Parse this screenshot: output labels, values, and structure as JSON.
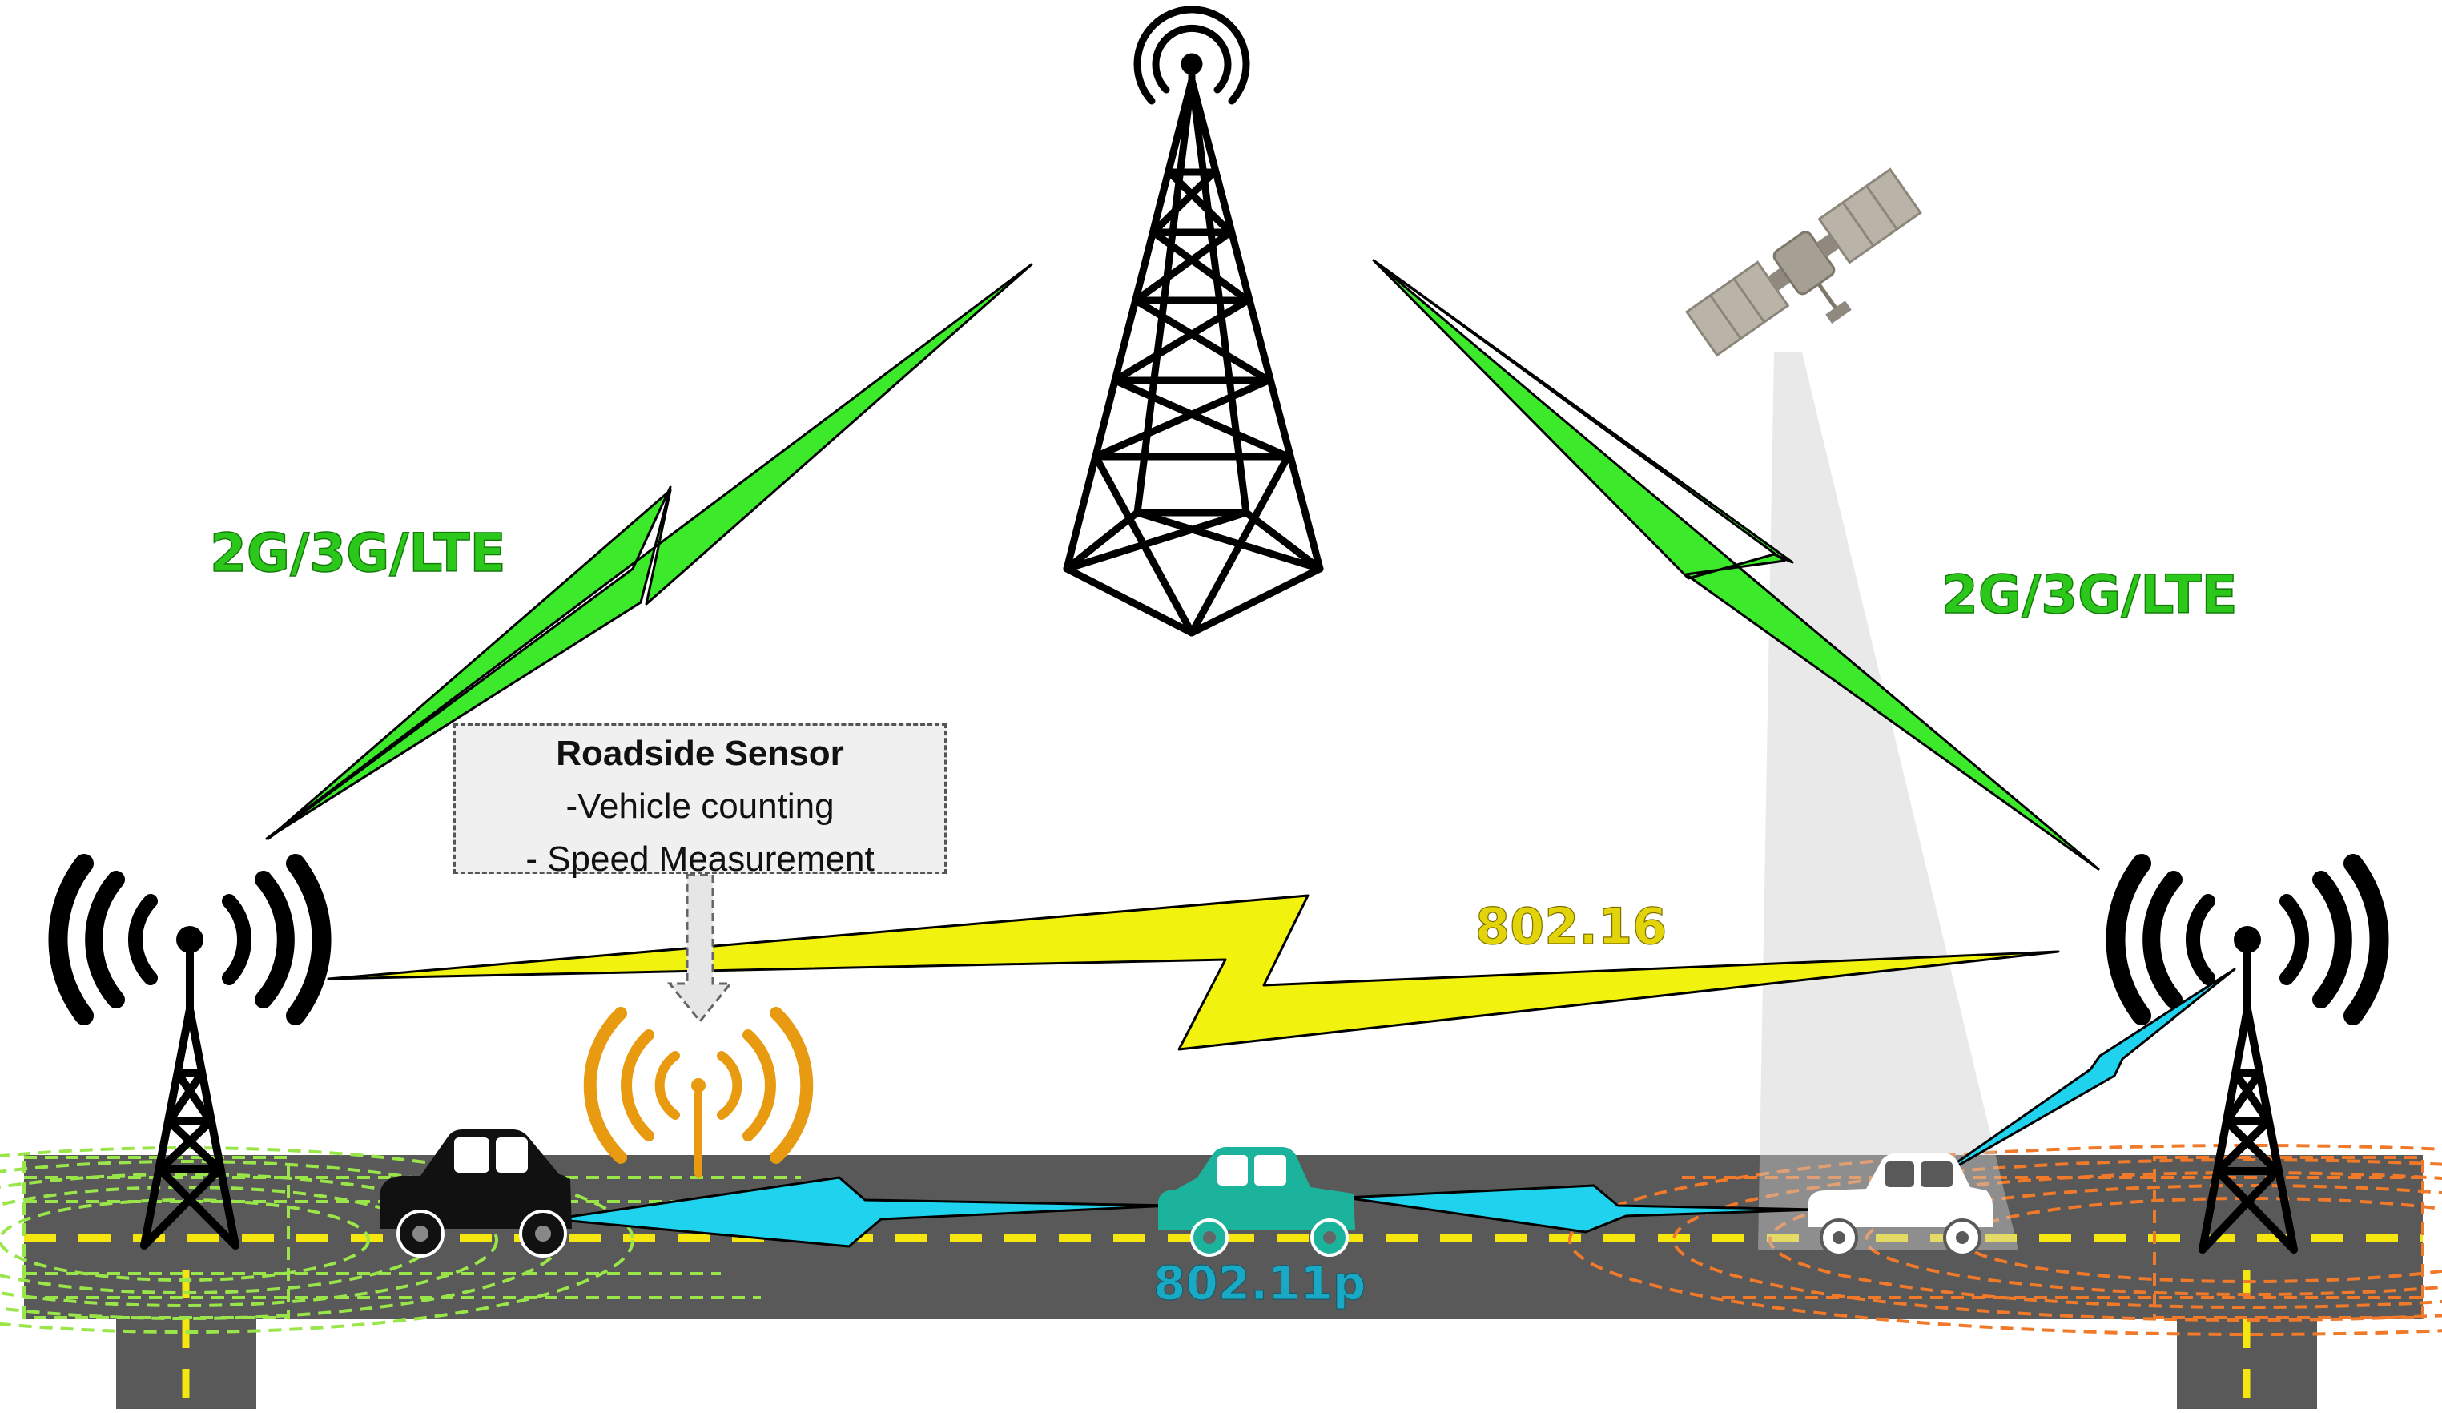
{
  "labels": {
    "cellular_left": "2G/3G/LTE",
    "cellular_right": "2G/3G/LTE",
    "wimax": "802.16",
    "dsrc": "802.11p"
  },
  "sensor_box": {
    "title": "Roadside Sensor",
    "line1": "-Vehicle counting",
    "line2": "- Speed Measurement"
  },
  "colors": {
    "cellular_link": "#3dea2b",
    "cellular_text": "#2bc71a",
    "wimax_link": "#f2f20f",
    "wimax_text": "#e3d40a",
    "dsrc_link": "#1fd3ee",
    "dsrc_text": "#1aa9c4",
    "road": "#595959",
    "lane_marking": "#f5e60f",
    "sensor_signal": "#e89a10",
    "left_coverage": "#9ae64a",
    "right_coverage": "#f07a2a",
    "teal_car": "#1bb39c"
  }
}
